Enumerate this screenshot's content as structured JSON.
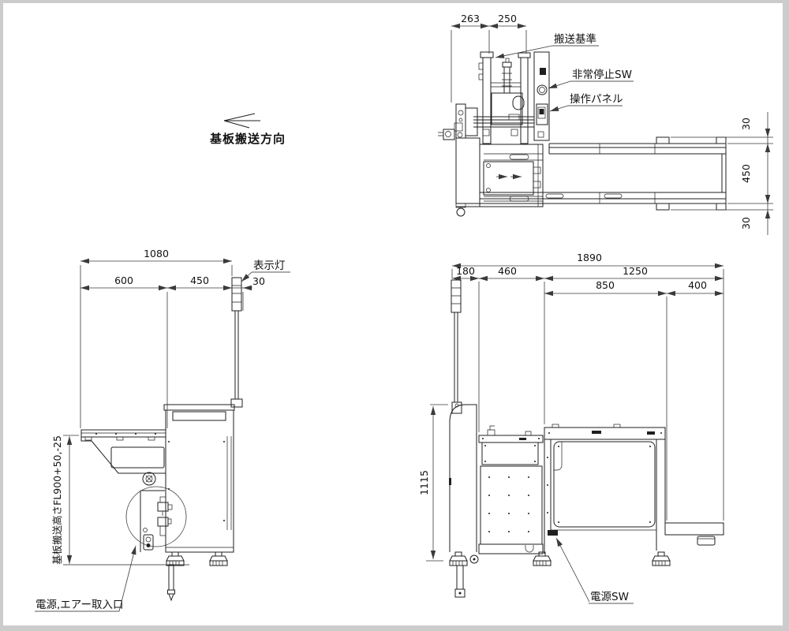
{
  "page": {
    "background_color": "#cccccc",
    "paper_color": "#ffffff",
    "line_color": "#1f1f1f",
    "dimension_color": "#3a3a3a"
  },
  "direction_arrow": {
    "label": "基板搬送方向"
  },
  "top_view": {
    "dim_263": "263",
    "dim_250": "250",
    "dim_30_top": "30",
    "dim_450": "450",
    "dim_30_bottom": "30",
    "label_transport_ref": "搬送基準",
    "label_emergency_stop": "非常停止SW",
    "label_operation_panel": "操作パネル"
  },
  "front_view": {
    "dim_1080": "1080",
    "dim_600": "600",
    "dim_450": "450",
    "dim_30": "30",
    "label_indicator_light": "表示灯",
    "label_transport_height": "基板搬送高さFL900+50,-25",
    "label_power_air_inlet": "電源,エアー取入口"
  },
  "side_view": {
    "dim_1890": "1890",
    "dim_180": "180",
    "dim_460": "460",
    "dim_1250": "1250",
    "dim_850": "850",
    "dim_400": "400",
    "dim_1115": "1115",
    "label_power_switch": "電源SW"
  }
}
